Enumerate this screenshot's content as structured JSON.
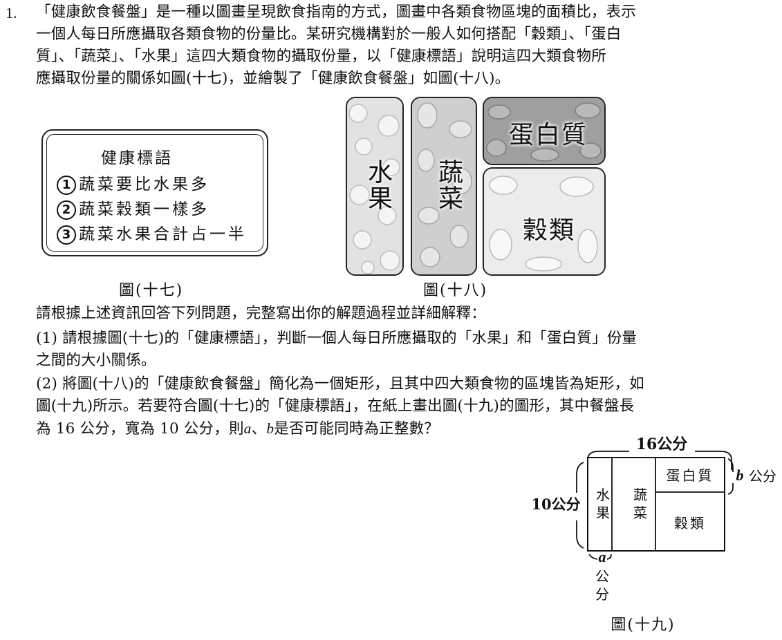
{
  "question": {
    "number": "1.",
    "intro_lines": [
      "「健康飲食餐盤」是一種以圖畫呈現飲食指南的方式，圖畫中各類食物區塊的面積比，表示",
      "一個人每日所應攝取各類食物的份量比。某研究機構對於一般人如何搭配「穀類」、「蛋白",
      "質」、「蔬菜」、「水果」這四大類食物的攝取份量，以「健康標語」說明這四大類食物所",
      "應攝取份量的關係如圖(十七)，並繪製了「健康飲食餐盤」如圖(十八)。"
    ],
    "instruction": "請根據上述資訊回答下列問題，完整寫出你的解題過程並詳細解釋：",
    "part1_lines": [
      "(1) 請根據圖(十七)的「健康標語」，判斷一個人每日所應攝取的「水果」和「蛋白質」份量",
      "之間的大小關係。"
    ],
    "part2_lines": [
      "(2) 將圖(十八)的「健康飲食餐盤」簡化為一個矩形，且其中四大類食物的區塊皆為矩形，如",
      "圖(十九)所示。若要符合圖(十七)的「健康標語」，在紙上畫出圖(十九)的圖形，其中餐盤長"
    ],
    "part2_last": {
      "pre": "為 16 公分，寬為 10 公分，則",
      "var_a": "a",
      "sep": "、",
      "var_b": "b",
      "post": "是否可能同時為正整數？"
    }
  },
  "fig17": {
    "title": "健康標語",
    "items": [
      {
        "num": "1",
        "text": "蔬菜要比水果多"
      },
      {
        "num": "2",
        "text": "蔬菜穀類一樣多"
      },
      {
        "num": "3",
        "text": "蔬菜水果合計占一半"
      }
    ],
    "caption": "圖(十七)"
  },
  "fig18": {
    "fruit": "水果",
    "vegetable": "蔬菜",
    "protein": "蛋白質",
    "grain": "穀類",
    "caption": "圖(十八)"
  },
  "fig19": {
    "length_label": "16公分",
    "width_label": "10公分",
    "fruit": "水果",
    "vegetable": "蔬菜",
    "protein": "蛋白質",
    "grain": "穀類",
    "var_a": "a",
    "var_a_unit": "公分",
    "var_b": "b",
    "var_b_unit": "公分",
    "caption": "圖(十九)"
  }
}
